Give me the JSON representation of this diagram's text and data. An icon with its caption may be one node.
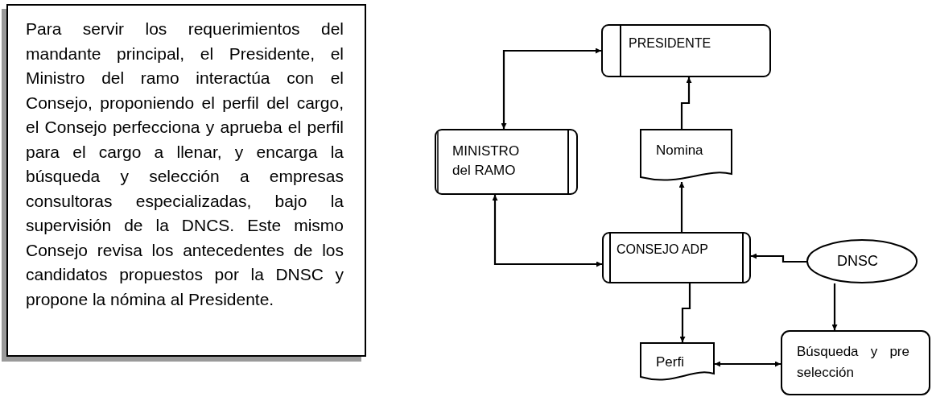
{
  "diagram": {
    "nodes": [
      {
        "text": [
          "Para servir los requerimientos del mandante principal, el Presidente, el Ministro del ramo interactúa con el Consejo, proponiendo el perfil del cargo, el Consejo perfecciona y aprueba el perfil para el cargo a llenar, y encarga la búsqueda y selección a empresas consultoras especializadas, bajo la supervisión de la DNCS. Este mismo Consejo revisa los antecedentes de los candidatos propuestos por la DNSC y propone la nómina al Presidente."
        ]
      },
      {
        "text": [
          "PRESIDENTE"
        ]
      },
      {
        "text": [
          "MINISTRO del RAMO"
        ]
      },
      {
        "text": [
          "Nomina"
        ]
      },
      {
        "text": [
          "CONSEJO ADP"
        ]
      },
      {
        "text": [
          "DNSC"
        ]
      },
      {
        "text": [
          "Perfi"
        ]
      },
      {
        "text": [
          "Búsqueda y pre selección"
        ]
      }
    ],
    "edges": [
      {
        "from": 2,
        "to": 1,
        "arrow": "both"
      },
      {
        "from": 2,
        "to": 4,
        "arrow": "both"
      },
      {
        "from": 3,
        "to": 1,
        "arrow": "to"
      },
      {
        "from": 4,
        "to": 3,
        "arrow": "to"
      },
      {
        "from": 5,
        "to": 4,
        "arrow": "to"
      },
      {
        "from": 4,
        "to": 6,
        "arrow": "to"
      },
      {
        "from": 5,
        "to": 7,
        "arrow": "to"
      },
      {
        "from": 6,
        "to": 7,
        "arrow": "both"
      }
    ]
  }
}
